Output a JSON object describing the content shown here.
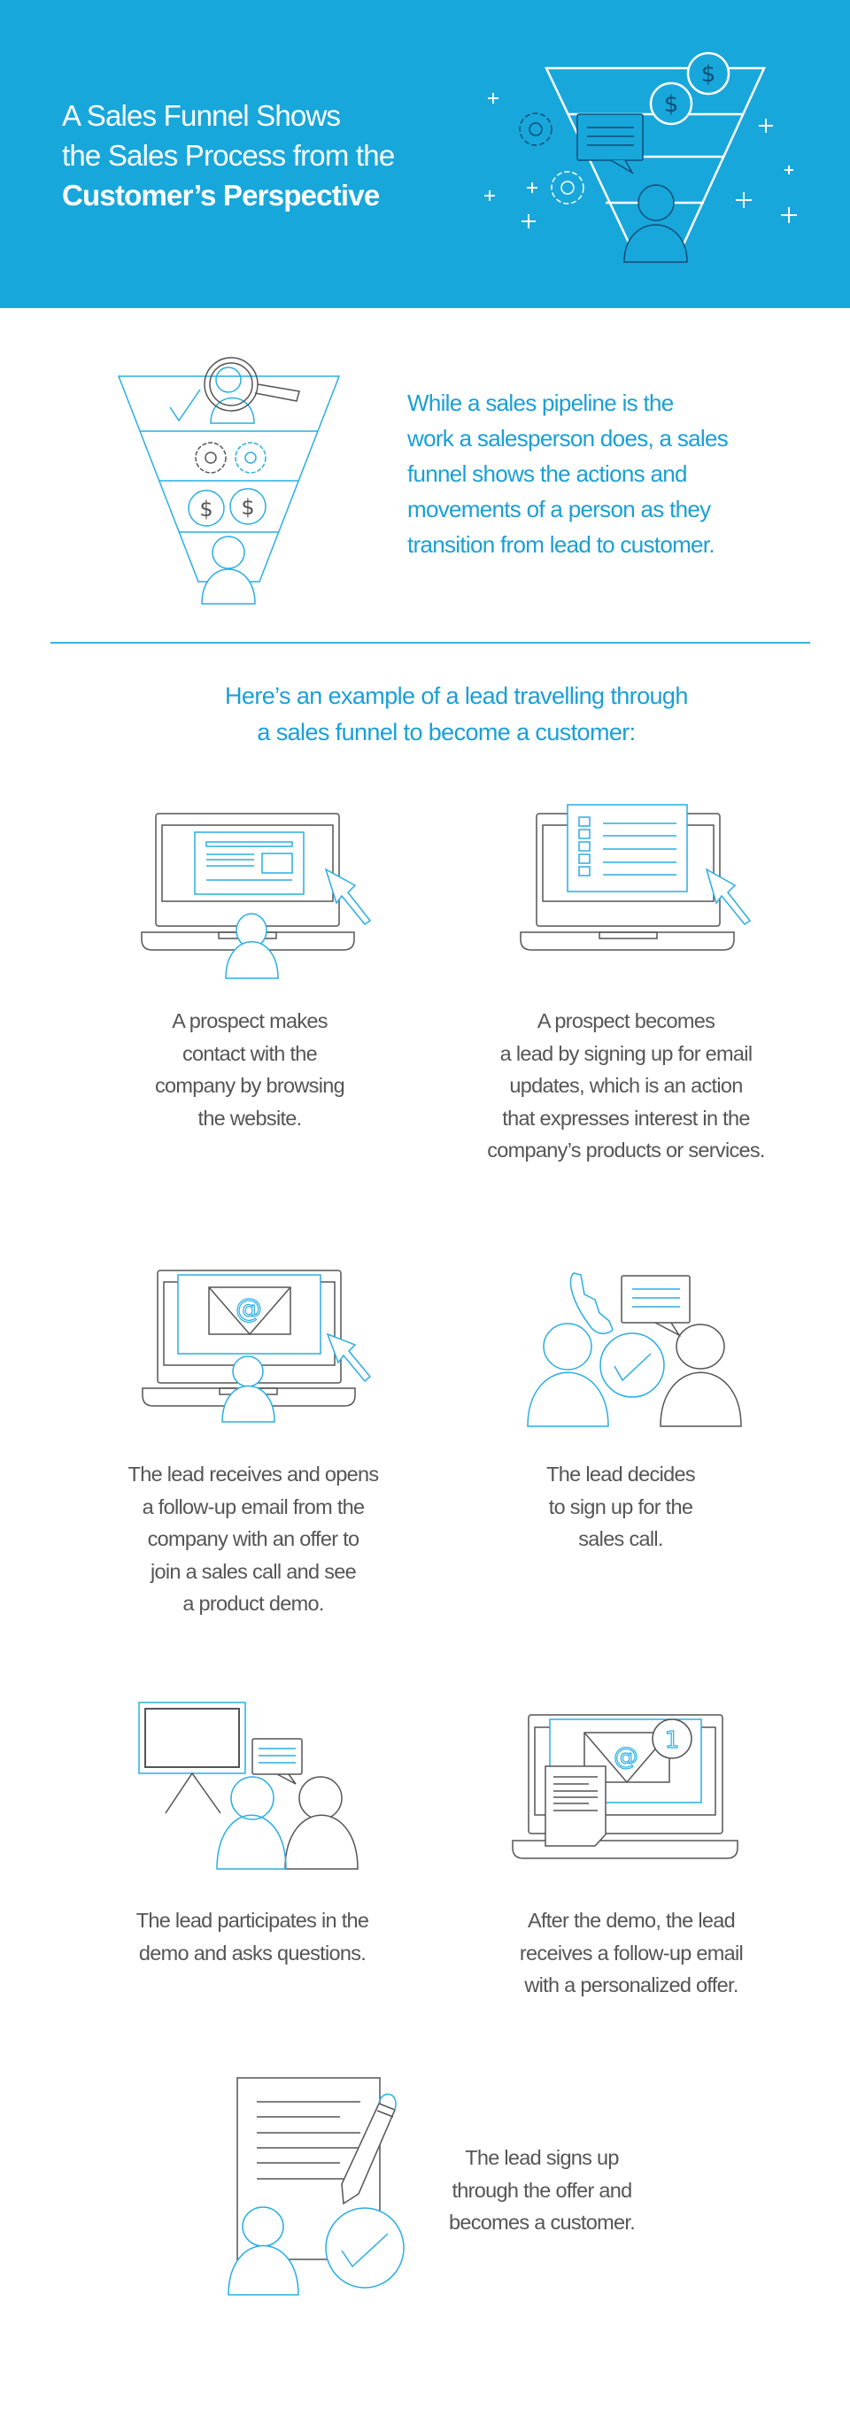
{
  "header": {
    "title_lines": [
      "A Sales Funnel Shows",
      "the Sales Process from the"
    ],
    "title_bold": "Customer’s Perspective"
  },
  "intro": {
    "lines": [
      "While a sales pipeline is the",
      "work a salesperson does, a sales",
      "funnel shows the actions and",
      "movements of a person as they",
      "transition from lead to customer."
    ]
  },
  "heading": {
    "lines": [
      "Here’s an example of a lead travelling through",
      "a sales funnel to become a customer:"
    ]
  },
  "steps": [
    {
      "lines": [
        "A prospect makes",
        "contact with the",
        "company by browsing",
        "the website."
      ],
      "icon": "laptop-browsing-icon"
    },
    {
      "lines": [
        "A prospect becomes",
        "a lead by signing up for email",
        "updates, which is an action",
        "that expresses interest in the",
        "company’s products or services."
      ],
      "icon": "laptop-signup-form-icon"
    },
    {
      "lines": [
        "The lead receives and opens",
        "a follow-up email from the",
        "company with an offer to",
        "join a sales call and see",
        "a product demo."
      ],
      "icon": "laptop-email-icon"
    },
    {
      "lines": [
        "The lead decides",
        "to sign up for the",
        "sales call."
      ],
      "icon": "phone-call-people-icon"
    },
    {
      "lines": [
        "The lead participates in the",
        "demo and asks questions."
      ],
      "icon": "presentation-icon"
    },
    {
      "lines": [
        "After the demo, the lead",
        "receives a follow-up email",
        "with a personalized offer."
      ],
      "icon": "laptop-email-notification-icon",
      "badge": "1"
    },
    {
      "lines": [
        "The lead signs up",
        "through the offer and",
        "becomes a customer."
      ],
      "icon": "signed-contract-icon"
    }
  ],
  "colors": {
    "brand_blue": "#18a7db",
    "accent_blue": "#1a9fd6",
    "text_gray": "#555555"
  }
}
